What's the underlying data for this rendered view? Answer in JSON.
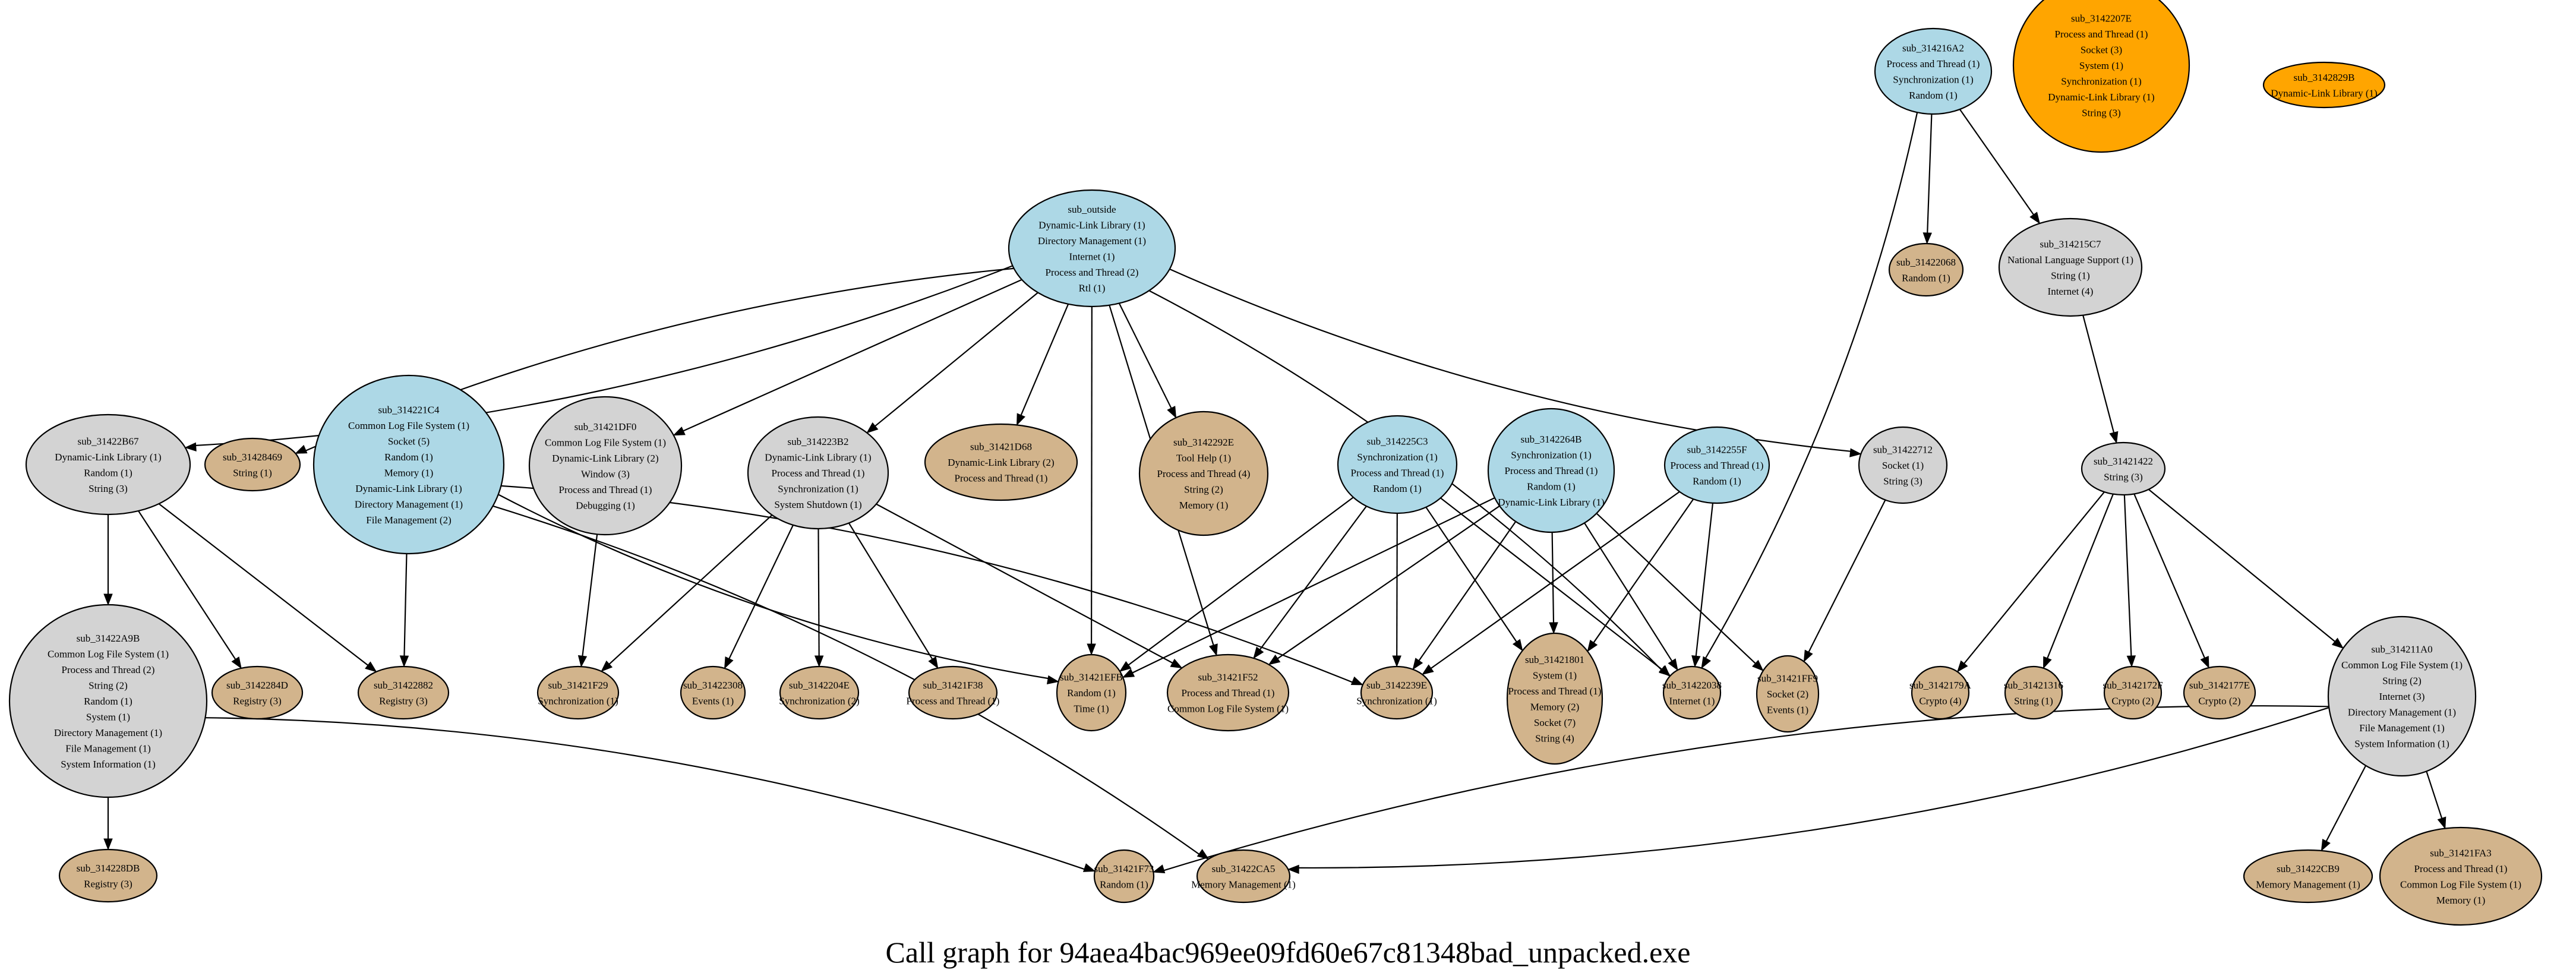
{
  "title": "Call graph for 94aea4bac969ee09fd60e67c81348bad_unpacked.exe",
  "legend_colors": {
    "lightblue": "#add8e6",
    "gray": "#d3d3d3",
    "tan": "#d2b48c",
    "orange": "#ffa500"
  },
  "nodes": [
    {
      "id": "sub_outside",
      "color": "lightblue",
      "labels": [
        "Dynamic-Link Library (1)",
        "Directory Management (1)",
        "Internet (1)",
        "Process and Thread (2)",
        "Rtl (1)"
      ]
    },
    {
      "id": "sub_314216A2",
      "color": "lightblue",
      "labels": [
        "Process and Thread (1)",
        "Synchronization (1)",
        "Random (1)"
      ]
    },
    {
      "id": "sub_3142207E",
      "color": "orange",
      "labels": [
        "Process and Thread (1)",
        "Socket (3)",
        "System (1)",
        "Synchronization (1)",
        "Dynamic-Link Library (1)",
        "String (3)"
      ]
    },
    {
      "id": "sub_3142829B",
      "color": "orange",
      "labels": [
        "Dynamic-Link Library (1)"
      ]
    },
    {
      "id": "sub_31422068",
      "color": "tan",
      "labels": [
        "Random (1)"
      ]
    },
    {
      "id": "sub_314215C7",
      "color": "gray",
      "labels": [
        "National Language Support (1)",
        "String (1)",
        "Internet (4)"
      ]
    },
    {
      "id": "sub_31422B67",
      "color": "gray",
      "labels": [
        "Dynamic-Link Library (1)",
        "Random (1)",
        "String (3)"
      ]
    },
    {
      "id": "sub_31428469",
      "color": "tan",
      "labels": [
        "String (1)"
      ]
    },
    {
      "id": "sub_314221C4",
      "color": "lightblue",
      "labels": [
        "Common Log File System (1)",
        "Socket (5)",
        "Random (1)",
        "Memory (1)",
        "Dynamic-Link Library (1)",
        "Directory Management (1)",
        "File Management (2)"
      ]
    },
    {
      "id": "sub_31421DF0",
      "color": "gray",
      "labels": [
        "Common Log File System (1)",
        "Dynamic-Link Library (2)",
        "Window (3)",
        "Process and Thread (1)",
        "Debugging (1)"
      ]
    },
    {
      "id": "sub_314223B2",
      "color": "gray",
      "labels": [
        "Dynamic-Link Library (1)",
        "Process and Thread (1)",
        "Synchronization (1)",
        "System Shutdown (1)"
      ]
    },
    {
      "id": "sub_31421D68",
      "color": "tan",
      "labels": [
        "Dynamic-Link Library (2)",
        "Process and Thread (1)"
      ]
    },
    {
      "id": "sub_3142292E",
      "color": "tan",
      "labels": [
        "Tool Help (1)",
        "Process and Thread (4)",
        "String (2)",
        "Memory (1)"
      ]
    },
    {
      "id": "sub_314225C3",
      "color": "lightblue",
      "labels": [
        "Synchronization (1)",
        "Process and Thread (1)",
        "Random (1)"
      ]
    },
    {
      "id": "sub_3142264B",
      "color": "lightblue",
      "labels": [
        "Synchronization (1)",
        "Process and Thread (1)",
        "Random (1)",
        "Dynamic-Link Library (1)"
      ]
    },
    {
      "id": "sub_3142255F",
      "color": "lightblue",
      "labels": [
        "Process and Thread (1)",
        "Random (1)"
      ]
    },
    {
      "id": "sub_31422712",
      "color": "gray",
      "labels": [
        "Socket (1)",
        "String (3)"
      ]
    },
    {
      "id": "sub_31421422",
      "color": "gray",
      "labels": [
        "String (3)"
      ]
    },
    {
      "id": "sub_31422A9B",
      "color": "gray",
      "labels": [
        "Common Log File System (1)",
        "Process and Thread (2)",
        "String (2)",
        "Random (1)",
        "System (1)",
        "Directory Management (1)",
        "File Management (1)",
        "System Information (1)"
      ]
    },
    {
      "id": "sub_3142284D",
      "color": "tan",
      "labels": [
        "Registry (3)"
      ]
    },
    {
      "id": "sub_31422882",
      "color": "tan",
      "labels": [
        "Registry (3)"
      ]
    },
    {
      "id": "sub_31421F29",
      "color": "tan",
      "labels": [
        "Synchronization (1)"
      ]
    },
    {
      "id": "sub_31422308",
      "color": "tan",
      "labels": [
        "Events (1)"
      ]
    },
    {
      "id": "sub_3142204E",
      "color": "tan",
      "labels": [
        "Synchronization (2)"
      ]
    },
    {
      "id": "sub_31421F38",
      "color": "tan",
      "labels": [
        "Process and Thread (1)"
      ]
    },
    {
      "id": "sub_31421EFB",
      "color": "tan",
      "labels": [
        "Random (1)",
        "Time (1)"
      ]
    },
    {
      "id": "sub_31421F52",
      "color": "tan",
      "labels": [
        "Process and Thread (1)",
        "Common Log File System (1)"
      ]
    },
    {
      "id": "sub_3142239E",
      "color": "tan",
      "labels": [
        "Synchronization (1)"
      ]
    },
    {
      "id": "sub_31421801",
      "color": "tan",
      "labels": [
        "System (1)",
        "Process and Thread (1)",
        "Memory (2)",
        "Socket (7)",
        "String (4)"
      ]
    },
    {
      "id": "sub_31422038",
      "color": "tan",
      "labels": [
        "Internet (1)"
      ]
    },
    {
      "id": "sub_31421FF9",
      "color": "tan",
      "labels": [
        "Socket (2)",
        "Events (1)"
      ]
    },
    {
      "id": "sub_3142179A",
      "color": "tan",
      "labels": [
        "Crypto (4)"
      ]
    },
    {
      "id": "sub_31421316",
      "color": "tan",
      "labels": [
        "String (1)"
      ]
    },
    {
      "id": "sub_3142172F",
      "color": "tan",
      "labels": [
        "Crypto (2)"
      ]
    },
    {
      "id": "sub_3142177E",
      "color": "tan",
      "labels": [
        "Crypto (2)"
      ]
    },
    {
      "id": "sub_314211A0",
      "color": "gray",
      "labels": [
        "Common Log File System (1)",
        "String (2)",
        "Internet (3)",
        "Directory Management (1)",
        "File Management (1)",
        "System Information (1)"
      ]
    },
    {
      "id": "sub_314228DB",
      "color": "tan",
      "labels": [
        "Registry (3)"
      ]
    },
    {
      "id": "sub_31421F73",
      "color": "tan",
      "labels": [
        "Random (1)"
      ]
    },
    {
      "id": "sub_31422CA5",
      "color": "tan",
      "labels": [
        "Memory Management (1)"
      ]
    },
    {
      "id": "sub_31422CB9",
      "color": "tan",
      "labels": [
        "Memory Management (1)"
      ]
    },
    {
      "id": "sub_31421FA3",
      "color": "tan",
      "labels": [
        "Process and Thread (1)",
        "Common Log File System (1)",
        "Memory (1)"
      ]
    }
  ],
  "edges": [
    [
      "sub_outside",
      "sub_31422B67"
    ],
    [
      "sub_outside",
      "sub_31428469"
    ],
    [
      "sub_outside",
      "sub_31421DF0"
    ],
    [
      "sub_outside",
      "sub_314223B2"
    ],
    [
      "sub_outside",
      "sub_31421D68"
    ],
    [
      "sub_outside",
      "sub_3142292E"
    ],
    [
      "sub_outside",
      "sub_31421EFB"
    ],
    [
      "sub_outside",
      "sub_31421F52"
    ],
    [
      "sub_outside",
      "sub_31422038"
    ],
    [
      "sub_outside",
      "sub_31422712"
    ],
    [
      "sub_314216A2",
      "sub_31422068"
    ],
    [
      "sub_314216A2",
      "sub_314215C7"
    ],
    [
      "sub_314216A2",
      "sub_31422038"
    ],
    [
      "sub_314215C7",
      "sub_31421422"
    ],
    [
      "sub_31422B67",
      "sub_31422A9B"
    ],
    [
      "sub_31422B67",
      "sub_3142284D"
    ],
    [
      "sub_31422B67",
      "sub_31422882"
    ],
    [
      "sub_314221C4",
      "sub_31422882"
    ],
    [
      "sub_314221C4",
      "sub_31422CA5"
    ],
    [
      "sub_314221C4",
      "sub_31421EFB"
    ],
    [
      "sub_314221C4",
      "sub_3142239E"
    ],
    [
      "sub_31421DF0",
      "sub_31421F29"
    ],
    [
      "sub_314223B2",
      "sub_31421F29"
    ],
    [
      "sub_314223B2",
      "sub_31422308"
    ],
    [
      "sub_314223B2",
      "sub_3142204E"
    ],
    [
      "sub_314223B2",
      "sub_31421F38"
    ],
    [
      "sub_314223B2",
      "sub_31421F52"
    ],
    [
      "sub_314225C3",
      "sub_31421EFB"
    ],
    [
      "sub_314225C3",
      "sub_31421F52"
    ],
    [
      "sub_314225C3",
      "sub_3142239E"
    ],
    [
      "sub_314225C3",
      "sub_31421801"
    ],
    [
      "sub_314225C3",
      "sub_31422038"
    ],
    [
      "sub_3142264B",
      "sub_31421EFB"
    ],
    [
      "sub_3142264B",
      "sub_31421F52"
    ],
    [
      "sub_3142264B",
      "sub_3142239E"
    ],
    [
      "sub_3142264B",
      "sub_31421801"
    ],
    [
      "sub_3142264B",
      "sub_31422038"
    ],
    [
      "sub_3142264B",
      "sub_31421FF9"
    ],
    [
      "sub_3142255F",
      "sub_3142239E"
    ],
    [
      "sub_3142255F",
      "sub_31421801"
    ],
    [
      "sub_3142255F",
      "sub_31422038"
    ],
    [
      "sub_31422712",
      "sub_31421FF9"
    ],
    [
      "sub_31421422",
      "sub_3142179A"
    ],
    [
      "sub_31421422",
      "sub_31421316"
    ],
    [
      "sub_31421422",
      "sub_3142172F"
    ],
    [
      "sub_31421422",
      "sub_3142177E"
    ],
    [
      "sub_31421422",
      "sub_314211A0"
    ],
    [
      "sub_31422A9B",
      "sub_314228DB"
    ],
    [
      "sub_31422A9B",
      "sub_31421F73"
    ],
    [
      "sub_314211A0",
      "sub_31421F73"
    ],
    [
      "sub_314211A0",
      "sub_31422CA5"
    ],
    [
      "sub_314211A0",
      "sub_31422CB9"
    ],
    [
      "sub_314211A0",
      "sub_31421FA3"
    ]
  ]
}
